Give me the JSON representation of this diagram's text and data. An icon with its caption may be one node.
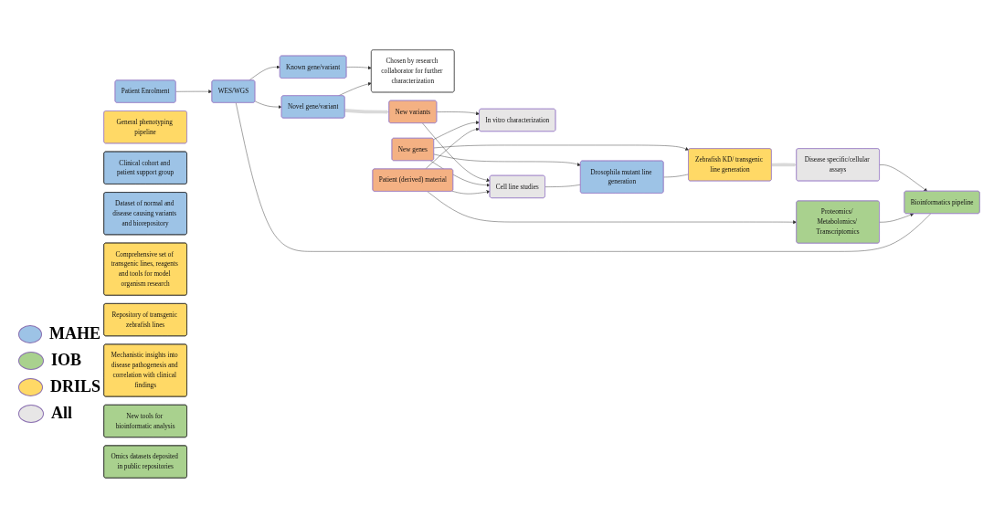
{
  "diagram": {
    "nodes": [
      {
        "text": [
          "Patient Enrolment"
        ]
      },
      {
        "text": [
          "WES/WGS"
        ]
      },
      {
        "text": [
          "Known gene/variant"
        ]
      },
      {
        "text": [
          "Novel gene/variant"
        ]
      },
      {
        "text": [
          "Chosen by research collaborator for further characterization"
        ]
      },
      {
        "text": [
          "New variants"
        ]
      },
      {
        "text": [
          "New genes"
        ]
      },
      {
        "text": [
          "Patient (derived) material"
        ]
      },
      {
        "text": [
          "In vitro characterization"
        ]
      },
      {
        "text": [
          "Cell line studies"
        ]
      },
      {
        "text": [
          "Drosophila mutant line generation"
        ]
      },
      {
        "text": [
          "Zebrafish KD/ transgenic line generation"
        ]
      },
      {
        "text": [
          "Proteomics/ Metabolomics/ Transcriptomics"
        ]
      },
      {
        "text": [
          "General phenotyping pipeline"
        ]
      },
      {
        "text": [
          "Disease specific/cellular assays"
        ]
      },
      {
        "text": [
          "Bioinformatics pipeline"
        ]
      },
      {
        "text": [
          "Clinical cohort and patient support group"
        ]
      },
      {
        "text": [
          "Dataset of normal and disease causing variants and biorepository"
        ]
      },
      {
        "text": [
          "Comprehensive set of transgenic lines, reagents and tools for model organism research"
        ]
      },
      {
        "text": [
          "Repository of transgenic zebrafish lines"
        ]
      },
      {
        "text": [
          "Mechanistic insights into disease pathogenesis and correlation with clinical findings"
        ]
      },
      {
        "text": [
          "New tools for bioinformatic analysis"
        ]
      },
      {
        "text": [
          "Omics datasets deposited in public repositories"
        ]
      }
    ],
    "edges": [
      {
        "from": 0,
        "to": 1,
        "arrow": "to"
      },
      {
        "from": 1,
        "to": 2,
        "arrow": "to"
      },
      {
        "from": 1,
        "to": 3,
        "arrow": "to"
      },
      {
        "from": 2,
        "to": 4,
        "arrow": "to"
      },
      {
        "from": 3,
        "to": 4,
        "arrow": "to"
      },
      {
        "from": 3,
        "to": 5,
        "arrow": "to",
        "style": "thick",
        "color": "#d9d9d9"
      },
      {
        "from": 5,
        "to": 8,
        "arrow": "to"
      },
      {
        "from": 5,
        "to": 9,
        "arrow": "to"
      },
      {
        "from": 6,
        "to": 8,
        "arrow": "to"
      },
      {
        "from": 6,
        "to": 9,
        "arrow": "to"
      },
      {
        "from": 6,
        "to": 10,
        "arrow": "to"
      },
      {
        "from": 6,
        "to": 11,
        "arrow": "to"
      },
      {
        "from": 7,
        "to": 8,
        "arrow": "to"
      },
      {
        "from": 7,
        "to": 9,
        "arrow": "to"
      },
      {
        "from": 7,
        "to": 12,
        "arrow": "to"
      },
      {
        "from": 9,
        "to": 10,
        "arrow": "none"
      },
      {
        "from": 10,
        "to": 11,
        "arrow": "none"
      },
      {
        "from": 11,
        "to": 14,
        "arrow": "to",
        "style": "thick",
        "color": "#d9d9d9"
      },
      {
        "from": 14,
        "to": 15,
        "arrow": "to"
      },
      {
        "from": 12,
        "to": 15,
        "arrow": "to"
      },
      {
        "from": 1,
        "to": 15,
        "arrow": "none"
      }
    ],
    "legend": [
      {
        "text": "MAHE",
        "color": "#9dc3e6"
      },
      {
        "text": "IOB",
        "color": "#a9d18e"
      },
      {
        "text": "DRILS",
        "color": "#ffd966"
      },
      {
        "text": "All",
        "color": "#e7e6e6"
      }
    ]
  }
}
